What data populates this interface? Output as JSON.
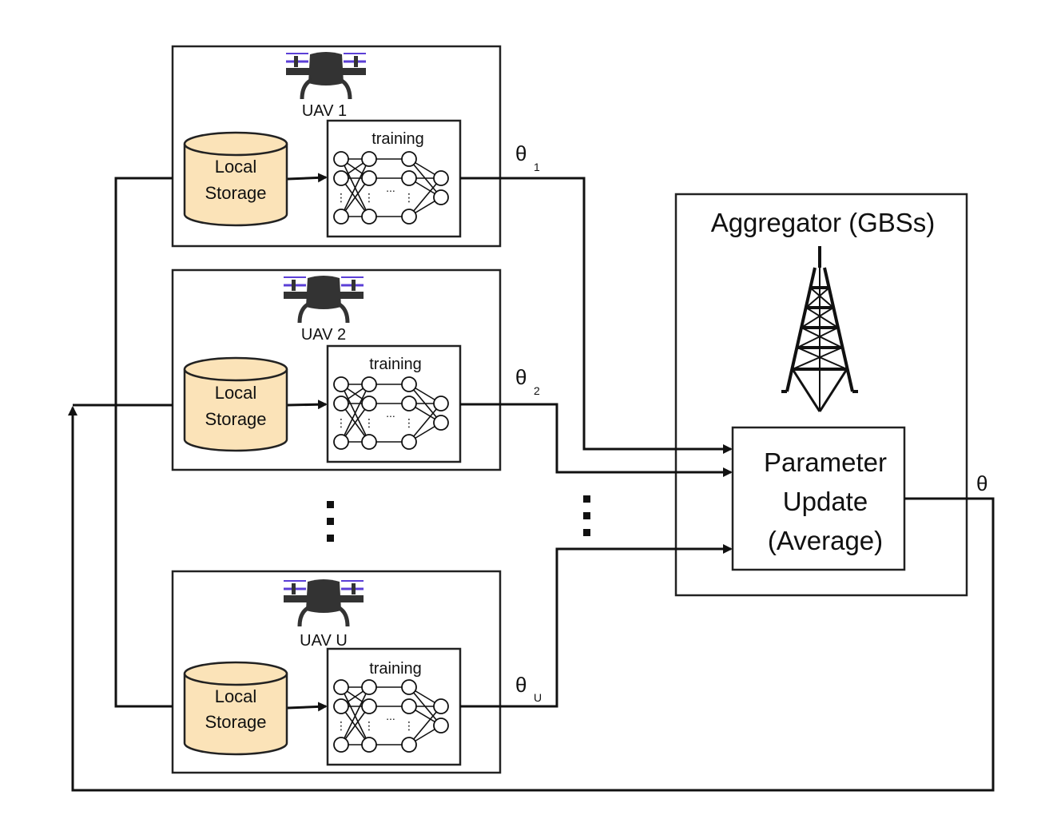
{
  "uavs": [
    {
      "name": "UAV 1",
      "storage_line1": "Local",
      "storage_line2": "Storage",
      "training": "training",
      "ellipsis": "...",
      "param_symbol": "θ",
      "param_sub": "1"
    },
    {
      "name": "UAV 2",
      "storage_line1": "Local",
      "storage_line2": "Storage",
      "training": "training",
      "ellipsis": "...",
      "param_symbol": "θ",
      "param_sub": "2"
    },
    {
      "name": "UAV U",
      "storage_line1": "Local",
      "storage_line2": "Storage",
      "training": "training",
      "ellipsis": "...",
      "param_symbol": "θ",
      "param_sub": "U"
    }
  ],
  "aggregator": {
    "title": "Aggregator (GBSs)",
    "update_line1": "Parameter",
    "update_line2": "Update",
    "update_line3": "(Average)",
    "output_symbol": "θ"
  },
  "colors": {
    "storage_fill": "#fbe3b8",
    "drone_body": "#333333",
    "propeller": "#5b3fd6"
  },
  "icons": [
    "drone-icon",
    "database-icon",
    "neural-network-icon",
    "tower-icon"
  ]
}
